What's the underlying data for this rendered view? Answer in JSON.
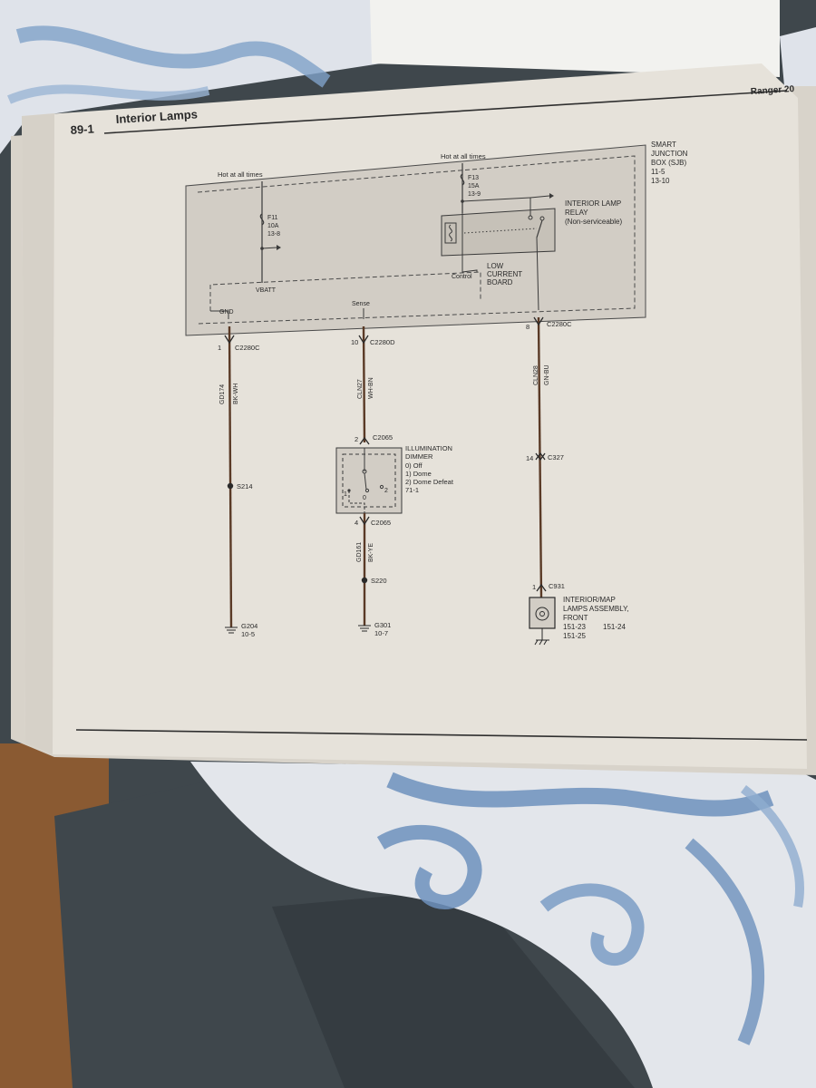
{
  "page": {
    "section_number": "89-1",
    "title": "Interior Lamps",
    "running_header": "Ranger 20"
  },
  "sjb": {
    "name_lines": [
      "SMART",
      "JUNCTION",
      "BOX (SJB)"
    ],
    "refs": [
      "11-5",
      "13-10"
    ],
    "low_current_board": [
      "LOW",
      "CURRENT",
      "BOARD"
    ]
  },
  "fuses": [
    {
      "hot_label": "Hot at all times",
      "name": "F11",
      "rating": "10A",
      "ref": "13-8",
      "bus_label": "VBATT"
    },
    {
      "hot_label": "Hot at all times",
      "name": "F13",
      "rating": "15A",
      "ref": "13-9",
      "control_label": "Control"
    }
  ],
  "relay": {
    "name_lines": [
      "INTERIOR LAMP",
      "RELAY",
      "(Non-serviceable)"
    ]
  },
  "pin_labels": {
    "gnd": "GND",
    "sense": "Sense"
  },
  "connectors": {
    "c2280c_a": {
      "pin": "1",
      "name": "C2280C"
    },
    "c2280d": {
      "pin": "10",
      "name": "C2280D"
    },
    "c2280c_b": {
      "pin": "8",
      "name": "C2280C"
    },
    "c2065_in": {
      "pin": "2",
      "name": "C2065"
    },
    "c2065_out": {
      "pin": "4",
      "name": "C2065"
    },
    "c327": {
      "pin": "14",
      "name": "C327"
    },
    "c931": {
      "pin": "1",
      "name": "C931"
    }
  },
  "wires": {
    "w1": {
      "circuit": "GD174",
      "color": "BK-WH"
    },
    "w2": {
      "circuit": "CLN27",
      "color": "WH-BN"
    },
    "w3": {
      "circuit": "GD161",
      "color": "BK-YE"
    },
    "w4": {
      "circuit": "CLN28",
      "color": "GN-BU"
    }
  },
  "splices": {
    "s214": "S214",
    "s220": "S220"
  },
  "grounds": [
    {
      "name": "G204",
      "ref": "10-5"
    },
    {
      "name": "G301",
      "ref": "10-7"
    }
  ],
  "dimmer": {
    "name_lines": [
      "ILLUMINATION",
      "DIMMER"
    ],
    "positions": [
      "0) Off",
      "1) Dome",
      "2) Dome Defeat"
    ],
    "ref": "71-1",
    "contact_labels": [
      "1",
      "0",
      "2"
    ]
  },
  "lamp": {
    "name_lines": [
      "INTERIOR/MAP",
      "LAMPS ASSEMBLY,",
      "FRONT"
    ],
    "refs": [
      "151-23",
      "151-24",
      "151-25"
    ]
  },
  "colors": {
    "page_paper": "#e6e2da",
    "sjb_fill": "#d2cdc5",
    "wire_brown": "#5a3a26",
    "line_dark": "#3a3a3a",
    "duvet_white": "#e4e6ea",
    "duvet_blue": "#6f93bf",
    "pants": "#3f474c",
    "floor_wood": "#8a5a32"
  }
}
